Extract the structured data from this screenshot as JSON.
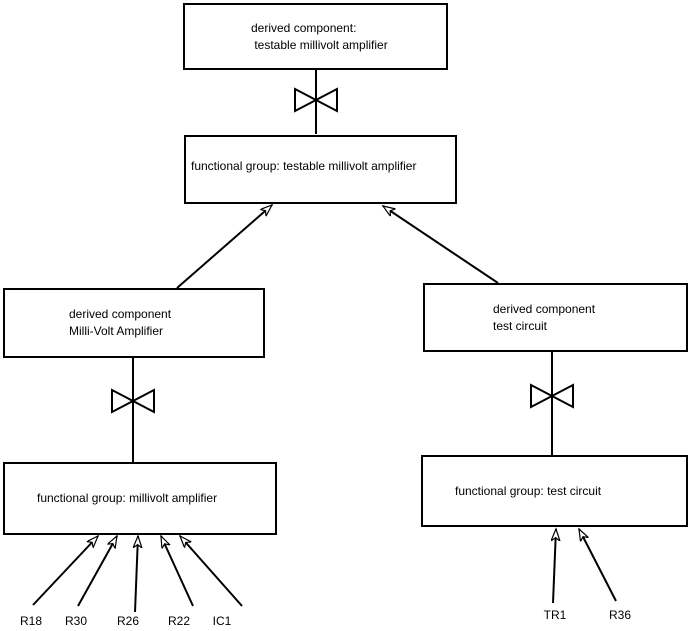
{
  "diagram": {
    "background_color": "#ffffff",
    "line_color": "#000000",
    "text_color": "#000000",
    "nodes": {
      "top_derived": {
        "line1": "derived component:",
        "line2": " testable millivolt amplifier"
      },
      "top_functional": {
        "label": "functional group: testable millivolt amplifier"
      },
      "left_derived": {
        "line1": "derived component",
        "line2": "Milli-Volt Amplifier"
      },
      "right_derived": {
        "line1": "derived component",
        "line2": "test circuit"
      },
      "left_functional": {
        "label": "functional group: millivolt amplifier"
      },
      "right_functional": {
        "label": "functional group: test circuit"
      }
    },
    "connector_symbols": {
      "bowtie": "composition bowtie symbol"
    },
    "leaves": {
      "left": [
        "R18",
        "R30",
        "R26",
        "R22",
        "IC1"
      ],
      "right": [
        "TR1",
        "R36"
      ]
    }
  }
}
